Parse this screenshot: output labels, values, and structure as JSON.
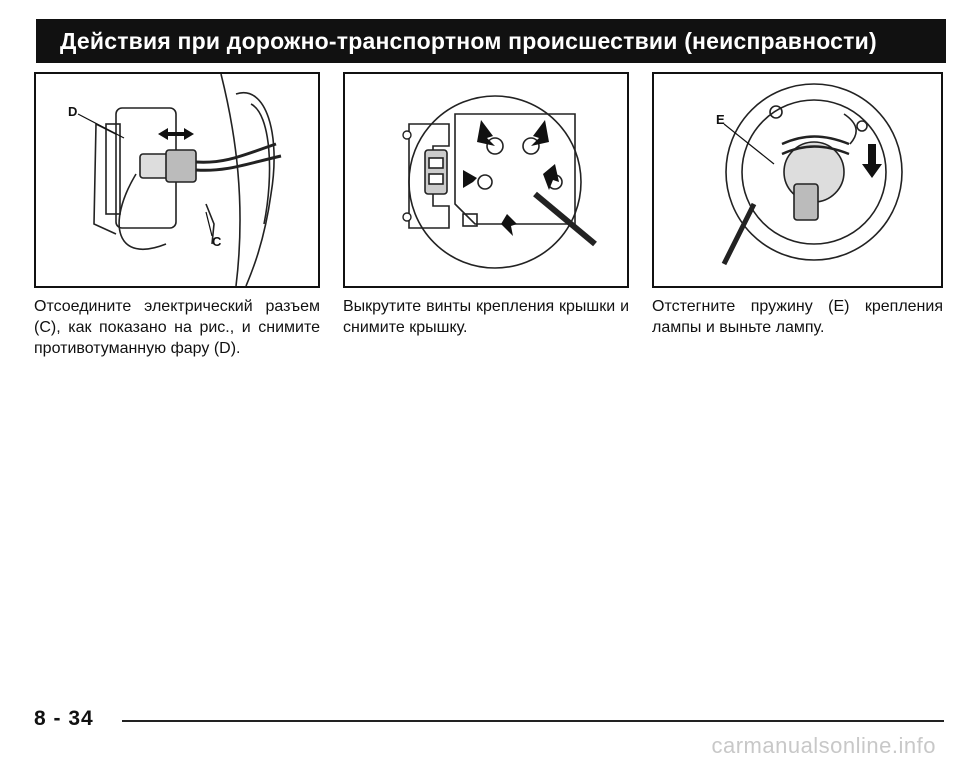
{
  "header": {
    "title": "Действия при дорожно-транспортном происшествии (неисправности)"
  },
  "figures": [
    {
      "labels": [
        "D",
        "C"
      ],
      "caption": "Отсоедините электрический разъем (С), как показано на рис., и снимите противотуманную фару (D)."
    },
    {
      "labels": [],
      "caption": "Выкрутите винты крепления крышки и снимите крышку."
    },
    {
      "labels": [
        "E"
      ],
      "caption": "Отстегните пружину (Е) крепления лампы и выньте лампу."
    }
  ],
  "footer": {
    "page_number": "8 - 34"
  },
  "watermark": "carmanualsonline.info"
}
